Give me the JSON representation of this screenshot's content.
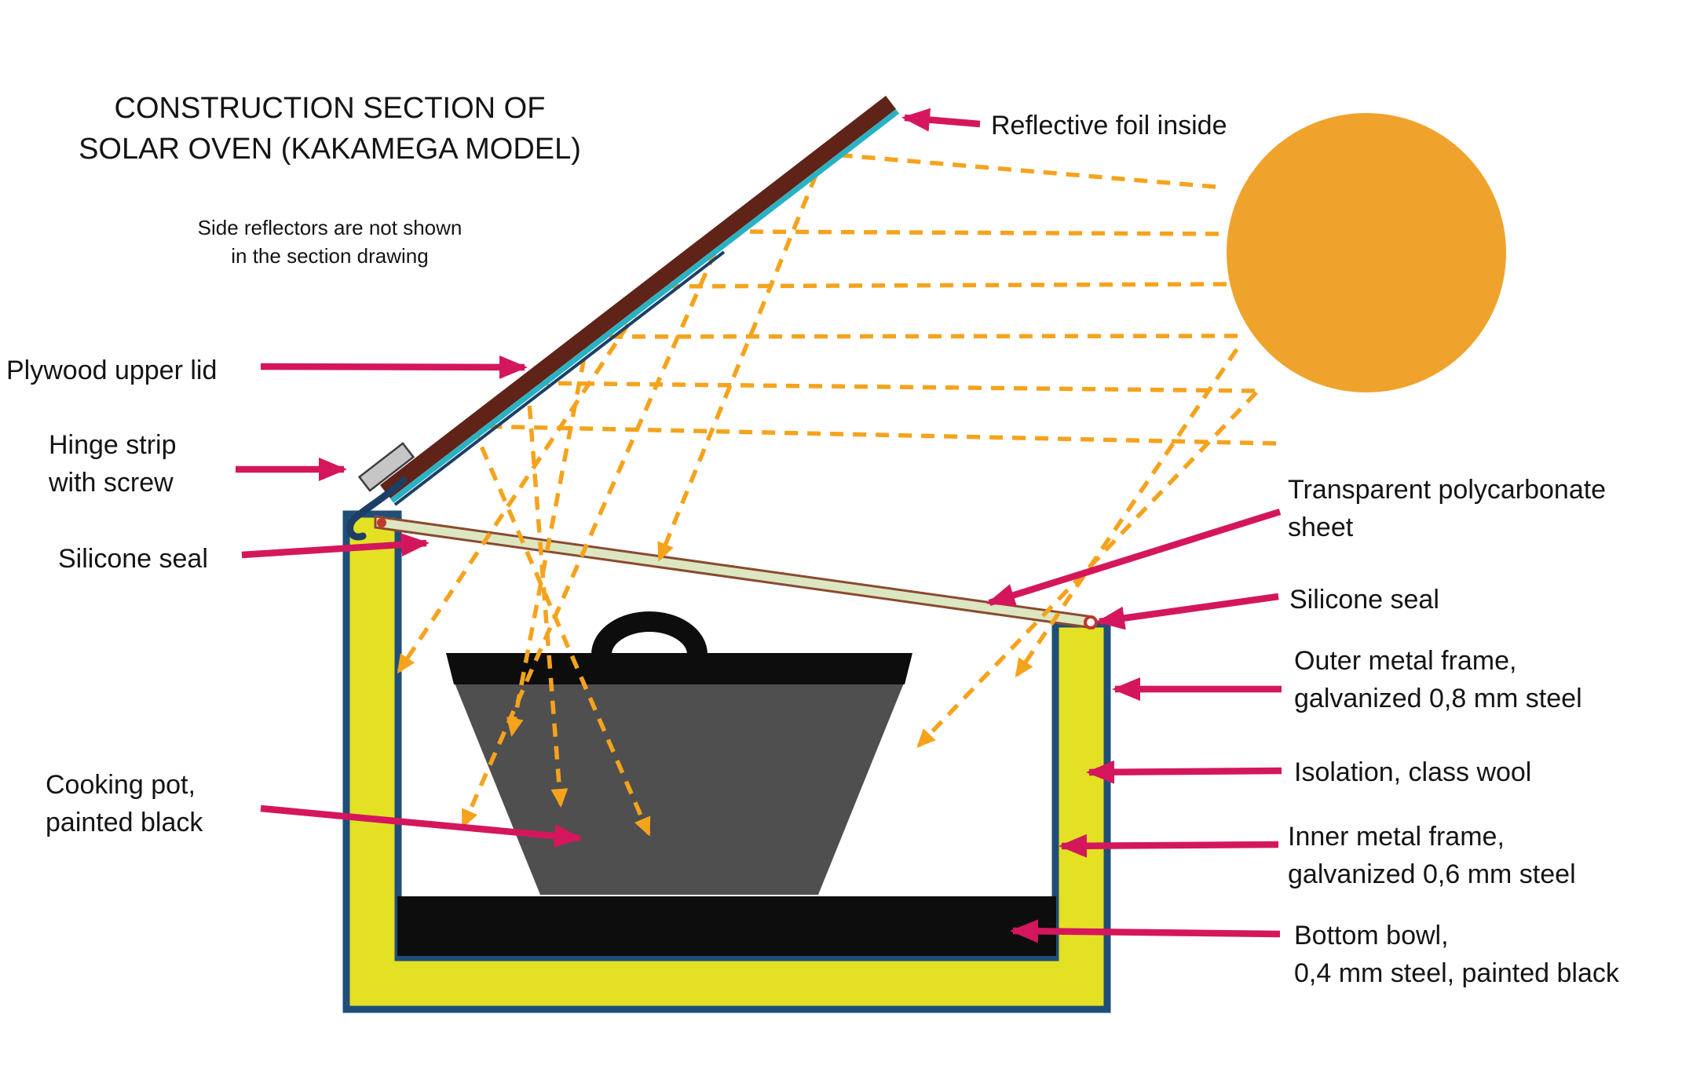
{
  "title": {
    "main": "CONSTRUCTION SECTION OF\nSOLAR OVEN (KAKAMEGA MODEL)",
    "subtitle": "Side reflectors are not shown\nin the section drawing"
  },
  "labels": {
    "reflective_foil": "Reflective foil inside",
    "plywood_lid": "Plywood upper lid",
    "hinge_strip": "Hinge strip\nwith screw",
    "silicone_seal_left": "Silicone seal",
    "transparent_sheet": "Transparent polycarbonate\nsheet",
    "silicone_seal_right": "Silicone seal",
    "outer_frame": "Outer metal frame,\ngalvanized 0,8 mm steel",
    "isolation": "Isolation, class wool",
    "inner_frame": "Inner metal frame,\ngalvanized 0,6 mm steel",
    "cooking_pot": "Cooking pot,\npainted black",
    "bottom_bowl": "Bottom bowl,\n0,4 mm steel, painted black"
  },
  "colors": {
    "background": "#ffffff",
    "text": "#141414",
    "sun": "#efa32d",
    "ray": "#f5a31d",
    "pointer": "#d4175c",
    "blue": "#1f4e79",
    "yellow": "#e4e024",
    "pot": "#4f4f4f",
    "black": "#0d0d0d",
    "lid": "#5f2317",
    "foil": "#28b2c4",
    "sheet": "#dce7c2",
    "sheet_edge": "#8a4a30",
    "seal": "#c0392b",
    "hinge": "#c6c6c6",
    "navy": "#1d3f66"
  }
}
